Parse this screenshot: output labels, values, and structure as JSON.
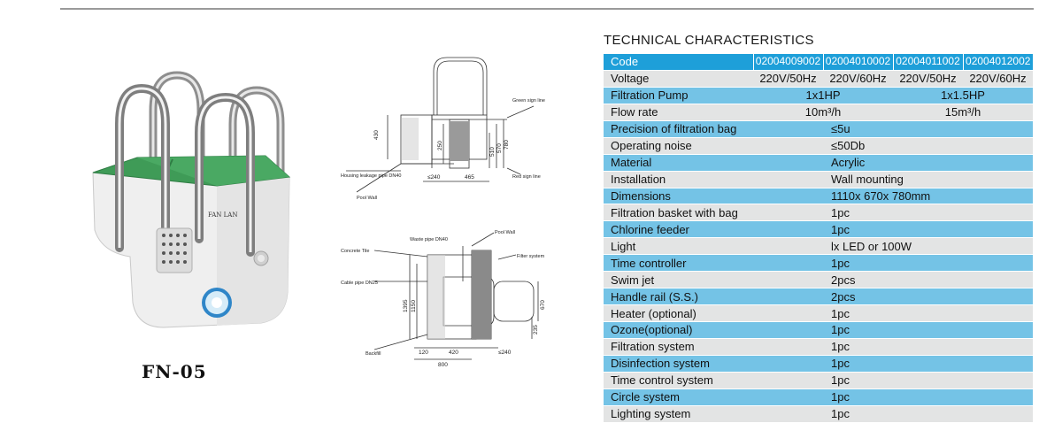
{
  "model_label": "FN-05",
  "product_brand": "FAN LAN",
  "drawing_top": {
    "labels": {
      "green_sign": "Green sign line",
      "red_sign": "Red sign line",
      "housing_pipe": "Housing leakage pipe DN40",
      "pool_wall": "Pool Wall"
    },
    "dims": [
      "430",
      "250",
      "510",
      "570",
      "780",
      "≤240",
      "465"
    ]
  },
  "drawing_bottom": {
    "labels": {
      "concrete": "Concrete Tile",
      "waste_pipe": "Waste pipe DN40",
      "pool_wall": "Pool Wall",
      "filter_system": "Filter system",
      "cable_pipe": "Cable pipe DN25",
      "backfill": "Backfill"
    },
    "dims": [
      "1395",
      "1150",
      "670",
      "235",
      "120",
      "420",
      "≤240",
      "800"
    ]
  },
  "table_heading": "TECHNICAL CHARACTERISTICS",
  "code_row": {
    "label": "Code",
    "codes": [
      "02004009002",
      "02004010002",
      "02004011002",
      "02004012002"
    ]
  },
  "voltage_row": {
    "label": "Voltage",
    "values": [
      "220V/50Hz",
      "220V/60Hz",
      "220V/50Hz",
      "220V/60Hz"
    ]
  },
  "pump_row": {
    "label": "Filtration Pump",
    "values": [
      "1x1HP",
      "1x1.5HP"
    ]
  },
  "flow_row": {
    "label": "Flow rate",
    "values": [
      "10m³/h",
      "15m³/h"
    ]
  },
  "rows": [
    {
      "label": "Precision of filtration bag",
      "value": "≤5u"
    },
    {
      "label": "Operating noise",
      "value": "≤50Db"
    },
    {
      "label": "Material",
      "value": "Acrylic"
    },
    {
      "label": "Installation",
      "value": "Wall mounting"
    },
    {
      "label": "Dimensions",
      "value": "1110x 670x 780mm"
    },
    {
      "label": "Filtration basket with bag",
      "value": "1pc"
    },
    {
      "label": "Chlorine feeder",
      "value": "1pc"
    },
    {
      "label": "Light",
      "value": "lx LED or 100W"
    },
    {
      "label": "Time controller",
      "value": "1pc"
    },
    {
      "label": "Swim jet",
      "value": "2pcs"
    },
    {
      "label": "Handle rail (S.S.)",
      "value": "2pcs"
    },
    {
      "label": "Heater (optional)",
      "value": "1pc"
    },
    {
      "label": "Ozone(optional)",
      "value": "1pc"
    },
    {
      "label": "Filtration system",
      "value": "1pc"
    },
    {
      "label": "Disinfection system",
      "value": "1pc"
    },
    {
      "label": "Time control system",
      "value": "1pc"
    },
    {
      "label": "Circle system",
      "value": "1pc"
    },
    {
      "label": "Lighting system",
      "value": "1pc"
    }
  ]
}
